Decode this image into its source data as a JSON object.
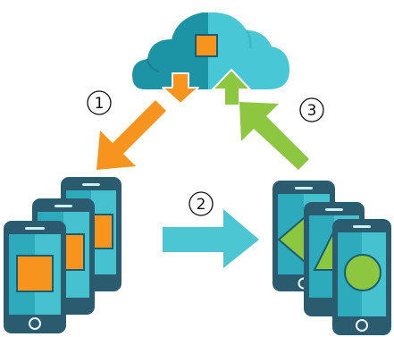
{
  "steps": {
    "one": "1",
    "two": "2",
    "three": "3"
  },
  "colors": {
    "cloud_dark": "#1b8fa3",
    "cloud_light": "#46c6d6",
    "cloud_mid": "#2eaec0",
    "phone_body": "#2a5a6e",
    "phone_screen": "#46c1cf",
    "shape_orange": "#f7941e",
    "shape_green": "#8dc63f",
    "arrow_blue": "#4dc6d3"
  },
  "icons": [
    "cloud-icon",
    "phone-icon",
    "square-icon",
    "triangle-icon",
    "diamond-icon",
    "circle-icon",
    "down-arrow-icon",
    "up-arrow-icon",
    "right-arrow-icon"
  ]
}
